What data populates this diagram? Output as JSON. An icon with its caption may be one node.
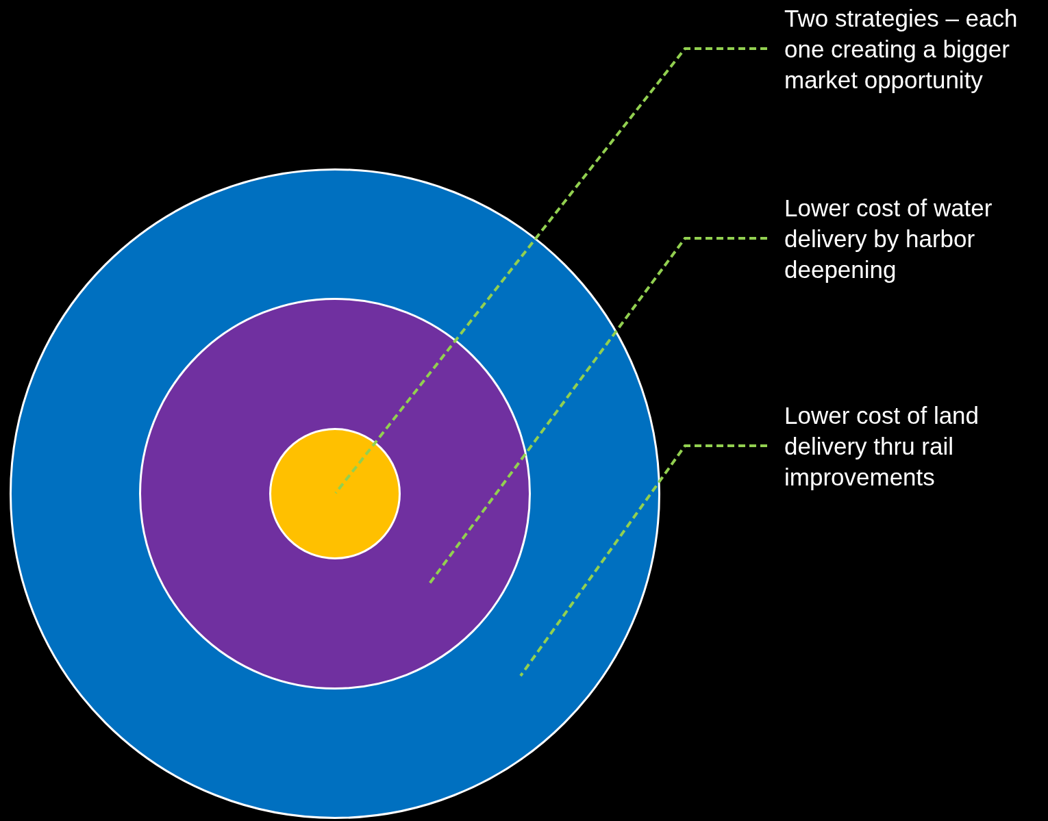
{
  "diagram": {
    "nodes": [
      {
        "text": [],
        "shape": "circle"
      },
      {
        "text": [],
        "shape": "circle",
        "in": 0
      },
      {
        "text": [],
        "shape": "circle",
        "in": 1
      },
      {
        "text": [
          "Two strategies – each one creating a bigger market opportunity"
        ]
      },
      {
        "text": [
          "Lower cost of water delivery by harbor deepening"
        ]
      },
      {
        "text": [
          "Lower cost of land delivery thru rail improvements"
        ]
      }
    ],
    "edges": [
      {
        "from": 3,
        "to": 2,
        "arrow": "none",
        "style": "dashed"
      },
      {
        "from": 4,
        "to": 1,
        "arrow": "none",
        "style": "dashed"
      },
      {
        "from": 5,
        "to": 0,
        "arrow": "none",
        "style": "dashed"
      }
    ]
  }
}
